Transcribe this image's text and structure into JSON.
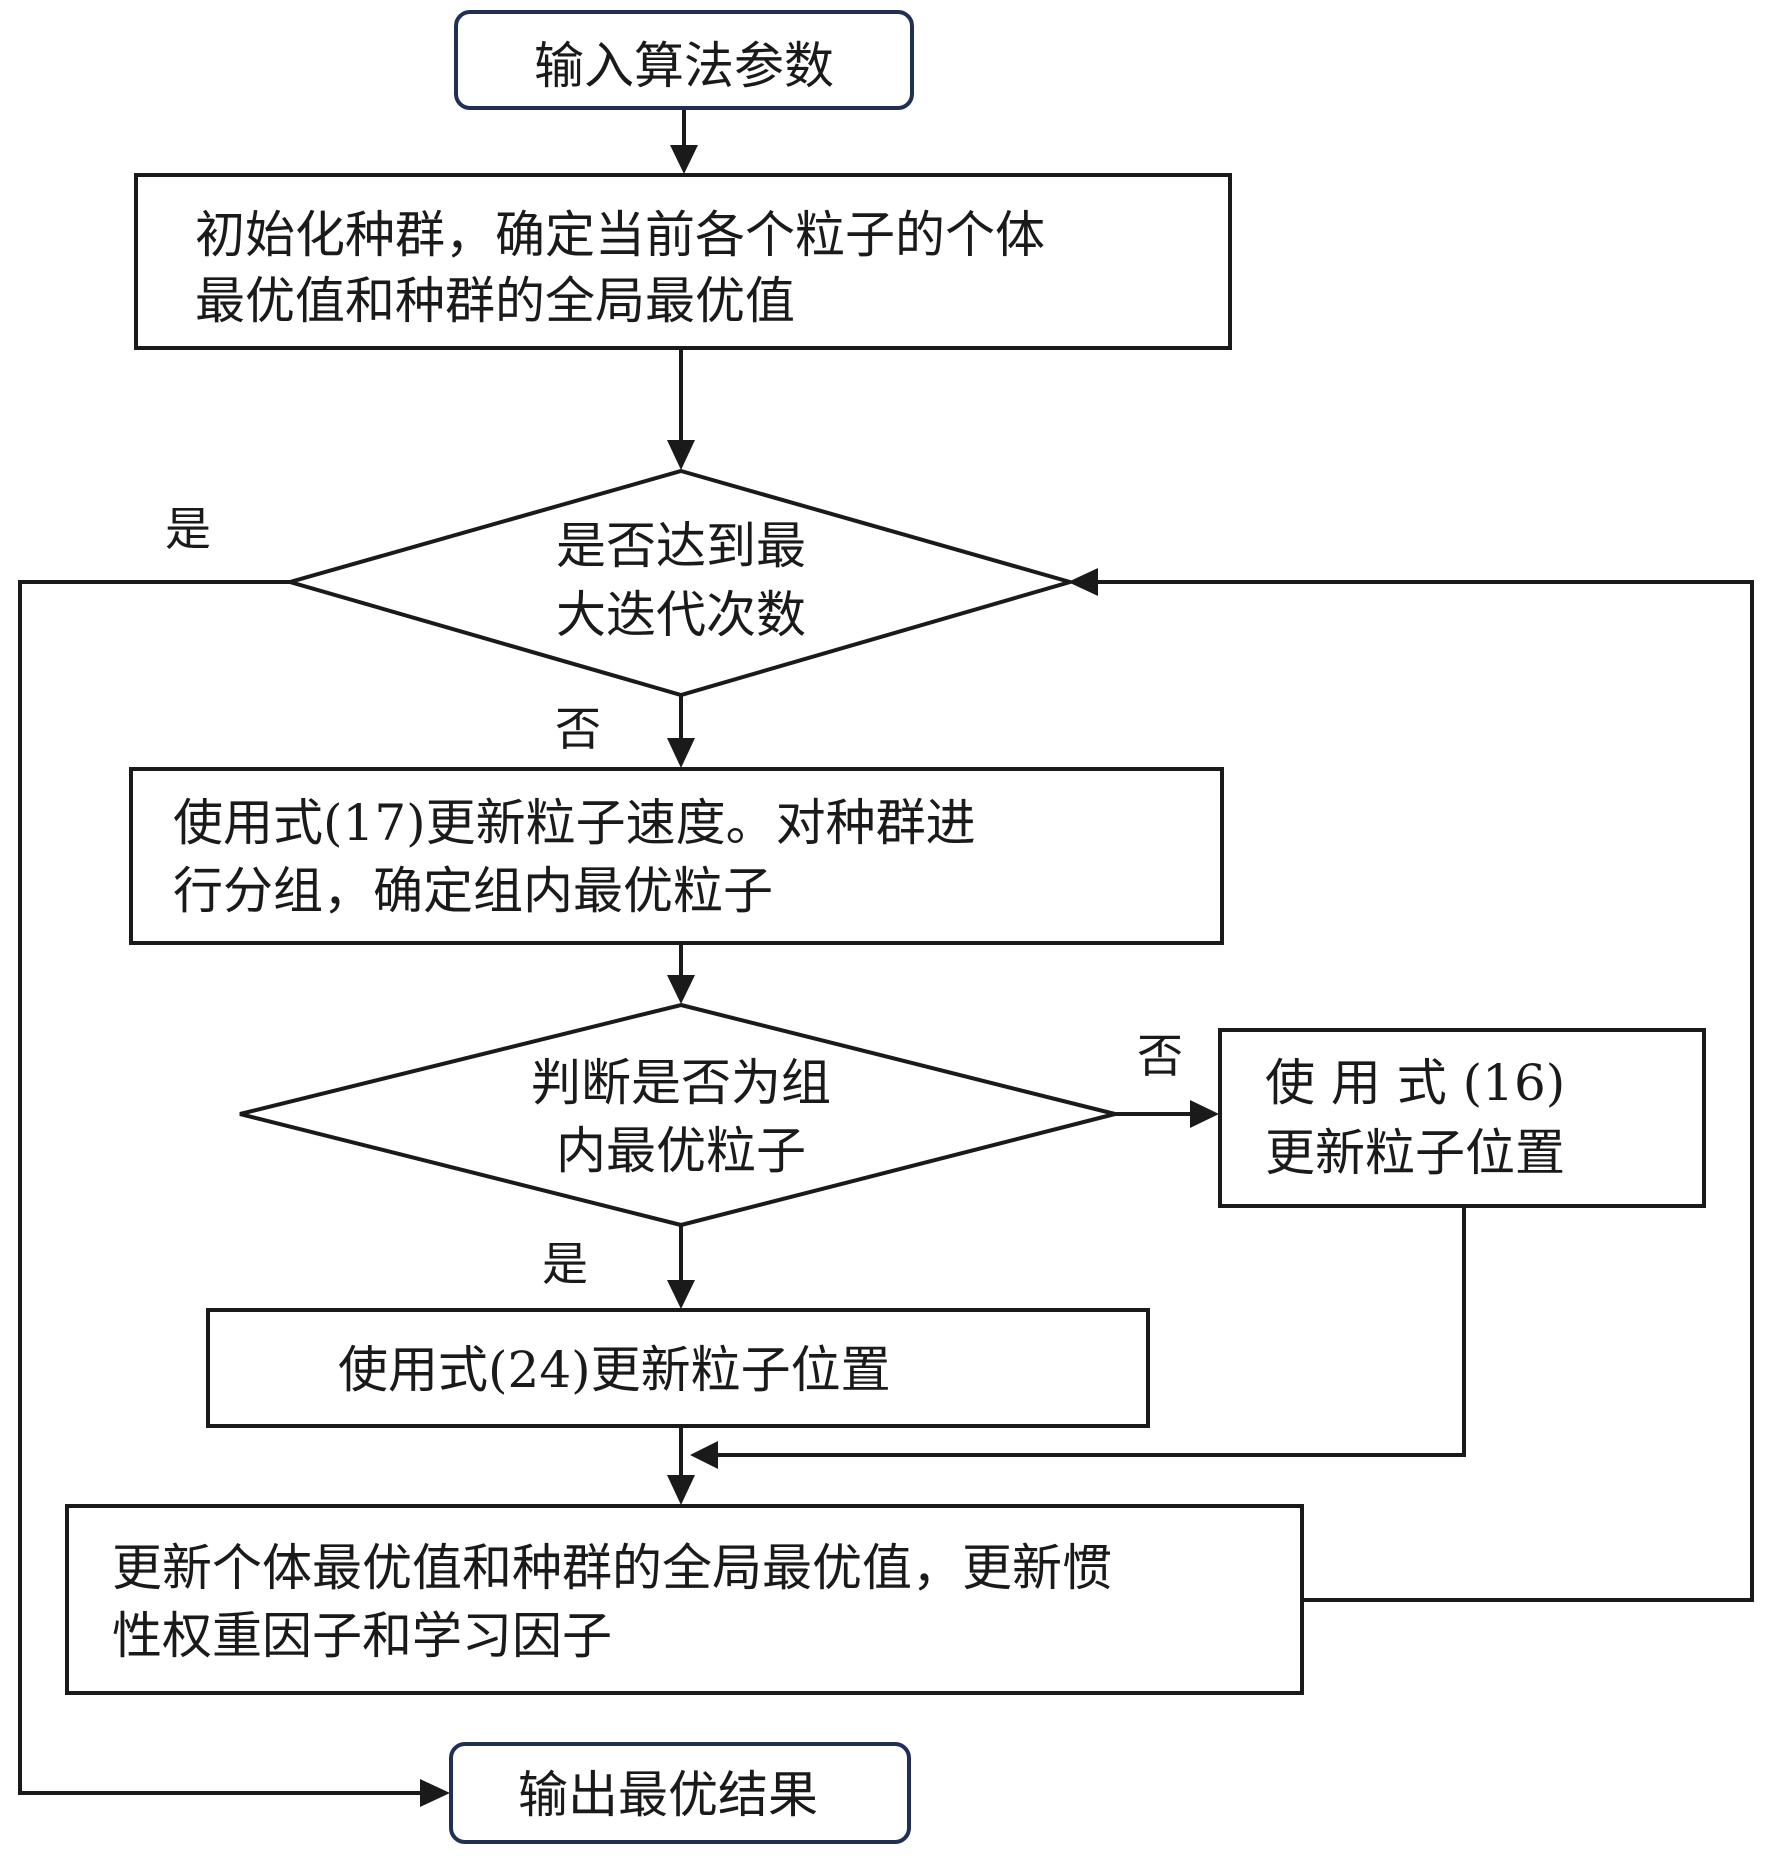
{
  "nodes": {
    "start": {
      "text": "输入算法参数"
    },
    "init": {
      "line1": "初始化种群，确定当前各个粒子的个体",
      "line2": "最优值和种群的全局最优值"
    },
    "check_max_iter": {
      "line1": "是否达到最",
      "line2": "大迭代次数"
    },
    "update_velocity": {
      "line1": "使用式(17)更新粒子速度。对种群进",
      "line2": "行分组，确定组内最优粒子"
    },
    "check_group_best": {
      "line1": "判断是否为组",
      "line2": "内最优粒子"
    },
    "update_pos_16": {
      "line1": "使 用 式 (16)",
      "line2": "更新粒子位置"
    },
    "update_pos_24": {
      "text": "使用式(24)更新粒子位置"
    },
    "update_best": {
      "line1": "更新个体最优值和种群的全局最优值，更新惯",
      "line2": "性权重因子和学习因子"
    },
    "end": {
      "text": "输出最优结果"
    }
  },
  "edge_labels": {
    "max_iter_yes": "是",
    "max_iter_no": "否",
    "group_best_no": "否",
    "group_best_yes": "是"
  },
  "colors": {
    "stroke": "#1a1a1a",
    "terminal_stroke": "#1f2f55",
    "background": "#ffffff"
  }
}
